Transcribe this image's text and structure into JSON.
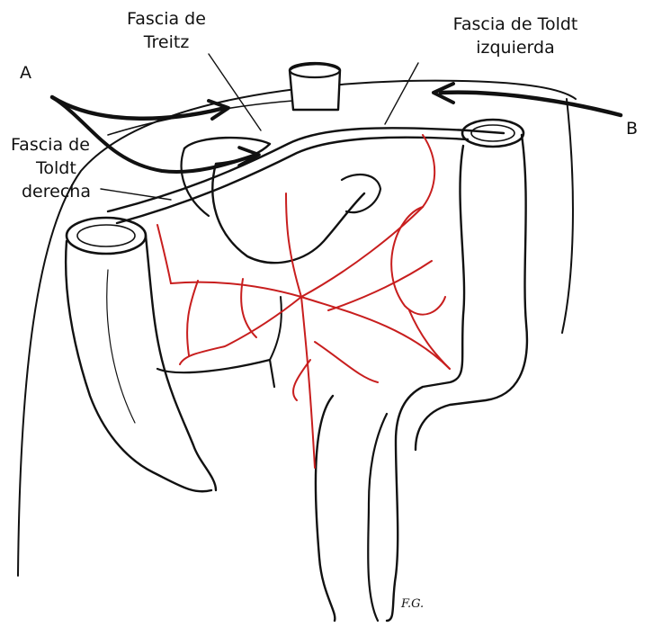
{
  "labels": {
    "a": "A",
    "b": "B",
    "treitz": [
      "Fascia de",
      "Treitz"
    ],
    "toldt_izq": [
      "Fascia de Toldt",
      "izquierda"
    ],
    "toldt_der": [
      "Fascia de",
      "Toldt",
      "derecha"
    ]
  },
  "signature": "F.G.",
  "colors": {
    "ink": "#111111",
    "vessel": "#c81e1e"
  }
}
